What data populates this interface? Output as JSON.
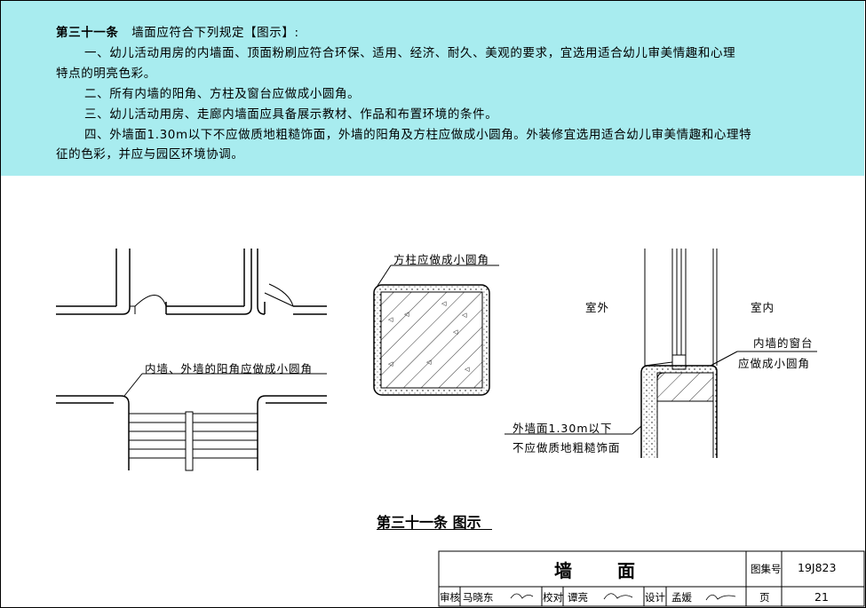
{
  "article": {
    "heading": "第三十一条",
    "heading_text": "墙面应符合下列规定【图示】:",
    "p1_line1": "一、幼儿活动用房的内墙面、顶面粉刷应符合环保、适用、经济、耐久、美观的要求，宜选用适合幼儿审美情趣和心理",
    "p1_line2": "特点的明亮色彩。",
    "p2": "二、所有内墙的阳角、方柱及窗台应做成小圆角。",
    "p3": "三、幼儿活动用房、走廊内墙面应具备展示教材、作品和布置环境的条件。",
    "p4_line1": "四、外墙面1.30m以下不应做质地粗糙饰面，外墙的阳角及方柱应做成小圆角。外装修宜选用适合幼儿审美情趣和心理特",
    "p4_line2": "征的色彩，并应与园区环境协调。"
  },
  "diagram": {
    "label_corner": "内墙、外墙的阳角应做成小圆角",
    "label_column": "方柱应做成小圆角",
    "label_outdoor": "室外",
    "label_indoor": "室内",
    "label_sill_1": "内墙的窗台",
    "label_sill_2": "应做成小圆角",
    "label_ext_1": "外墙面1.30m以下",
    "label_ext_2": "不应做质地粗糙饰面",
    "caption": "第三十一条 图示"
  },
  "title_block": {
    "title": "墙 面",
    "atlas_label": "图集号",
    "atlas_no": "19J823",
    "review_label": "审核",
    "reviewer": "马晓东",
    "check_label": "校对",
    "checker": "谭亮",
    "design_label": "设计",
    "designer": "孟媛",
    "page_label": "页",
    "page_no": "21"
  },
  "colors": {
    "header_bg": "#a8ecef"
  }
}
